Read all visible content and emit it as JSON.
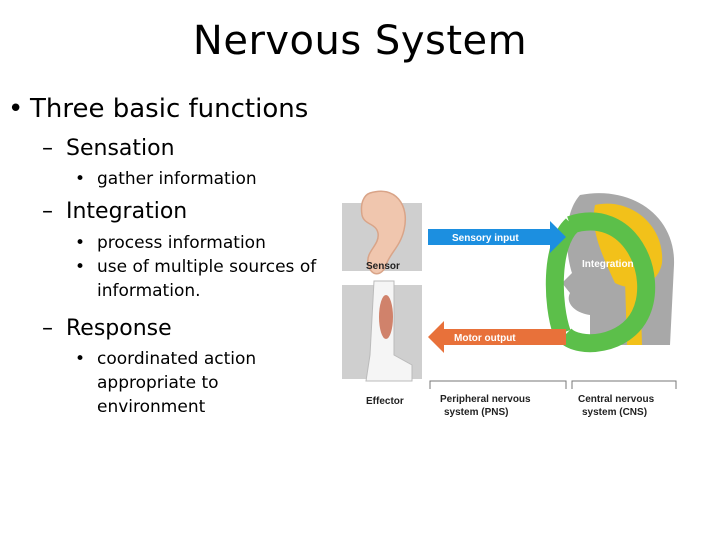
{
  "slide": {
    "title": "Nervous System",
    "bullet_l1": "Three basic functions",
    "items": [
      {
        "label": "Sensation",
        "subs": [
          "gather information"
        ]
      },
      {
        "label": "Integration",
        "subs": [
          "process information",
          "use of multiple sources of",
          "information."
        ]
      },
      {
        "label": "Response",
        "subs": [
          "coordinated action",
          "appropriate to",
          "environment"
        ]
      }
    ]
  },
  "figure": {
    "sensory_input": "Sensory input",
    "motor_output": "Motor output",
    "sensor": "Sensor",
    "integration": "Integration",
    "effector": "Effector",
    "pns_line1": "Peripheral nervous",
    "pns_line2": "system (PNS)",
    "cns_line1": "Central nervous",
    "cns_line2": "system (CNS)",
    "colors": {
      "arrow_blue": "#1c8fe0",
      "arrow_orange": "#e8713a",
      "loop_green": "#5cbf4a",
      "brain_yellow": "#f2c11a"
    }
  }
}
